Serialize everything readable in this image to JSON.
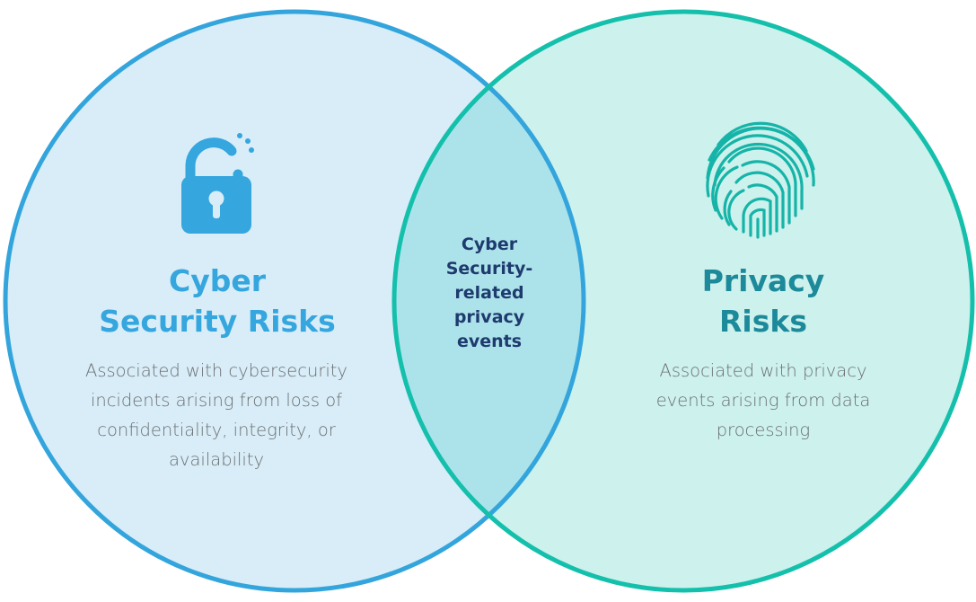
{
  "colors": {
    "cyber_fill": "#d8edf8",
    "cyber_stroke": "#33a5dc",
    "privacy_fill": "#cdf1ed",
    "privacy_stroke": "#14c0ab",
    "overlap_fill": "#ace3ea",
    "cyber_title": "#35a6de",
    "privacy_title": "#1c8a9a",
    "overlap_text": "#1e3a6e",
    "body_text": "#6b6f72"
  },
  "left_set": {
    "icon": "padlock-icon",
    "title_lines": [
      "Cyber",
      "Security Risks"
    ],
    "description_lines": [
      "Associated with cybersecurity",
      "incidents arising from loss of",
      "confidentiality, integrity, or",
      "availability"
    ]
  },
  "right_set": {
    "icon": "fingerprint-icon",
    "title_lines": [
      "Privacy",
      "Risks"
    ],
    "description_lines": [
      "Associated with privacy",
      "events arising from data",
      "processing"
    ]
  },
  "overlap": {
    "label_lines": [
      "Cyber",
      "Security-",
      "related",
      "privacy",
      "events"
    ]
  }
}
